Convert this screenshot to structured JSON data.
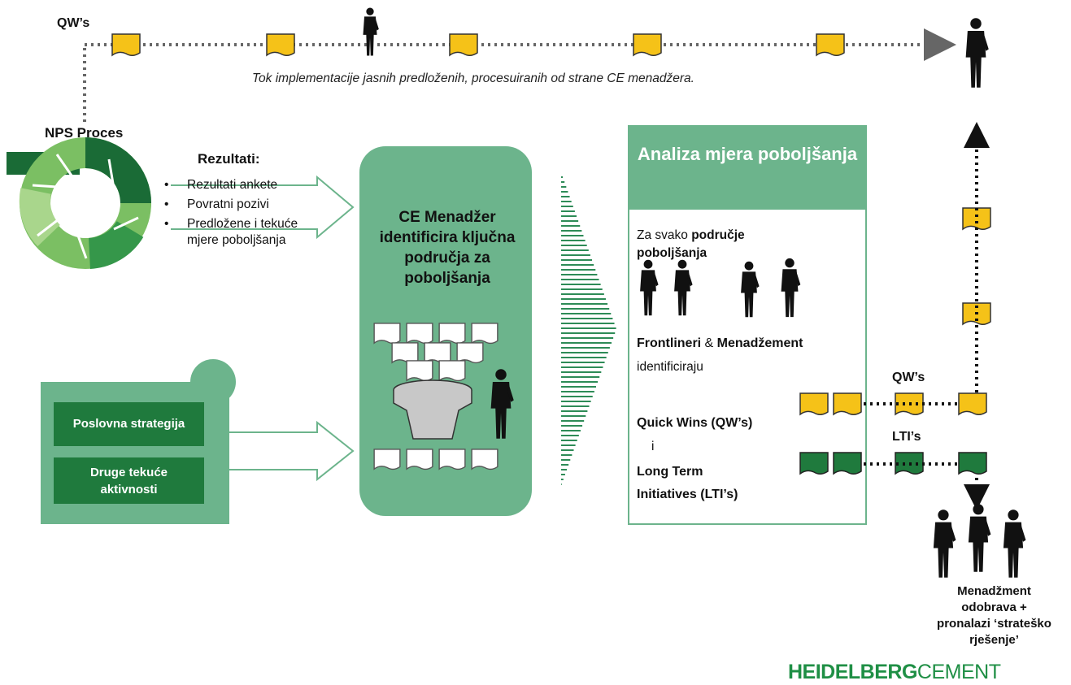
{
  "top_flow": {
    "qw_label": "QW’s",
    "caption": "Tok implementacije jasnih  predloženih,  procesuiranih od strane CE menadžera."
  },
  "nps": {
    "title": "NPS Proces"
  },
  "results": {
    "title": "Rezultati:",
    "items": [
      "Rezultati ankete",
      "Povratni pozivi",
      "Predložene i tekuće mjere poboljšanja"
    ]
  },
  "inputs": {
    "strategy": "Poslovna strategija",
    "other": "Druge tekuće aktivnosti"
  },
  "ce_manager": {
    "text": "CE Menadžer identificira ključna područja za poboljšanja"
  },
  "analysis": {
    "title": "Analiza mjera poboljšanja",
    "each_area_prefix": "Za svako ",
    "each_area_bold": "područje poboljšanja",
    "frontliners_a": "Frontlineri",
    "frontliners_amp": " & ",
    "frontliners_b": "Menadžement",
    "identify": "identificiraju",
    "quick_wins": "Quick Wins (QW’s)",
    "and": "i",
    "long_term_1": "Long Term",
    "long_term_2": "Initiatives (LTI’s)"
  },
  "right_flow": {
    "qw_label": "QW’s",
    "lti_label": "LTI’s"
  },
  "management": {
    "line1": "Menadžment",
    "line2": "odobrava +",
    "line3": "pronalazi ‘strateško",
    "line4": "rješenje’"
  },
  "logo": {
    "bold_part": "HEIDELBERG",
    "light_part": "CEMENT"
  },
  "colors": {
    "green_dark": "#1f7a3d",
    "green_mid": "#6cb48c",
    "green_light": "#8fca72",
    "note_yellow": "#f5c218",
    "text": "#111111"
  }
}
